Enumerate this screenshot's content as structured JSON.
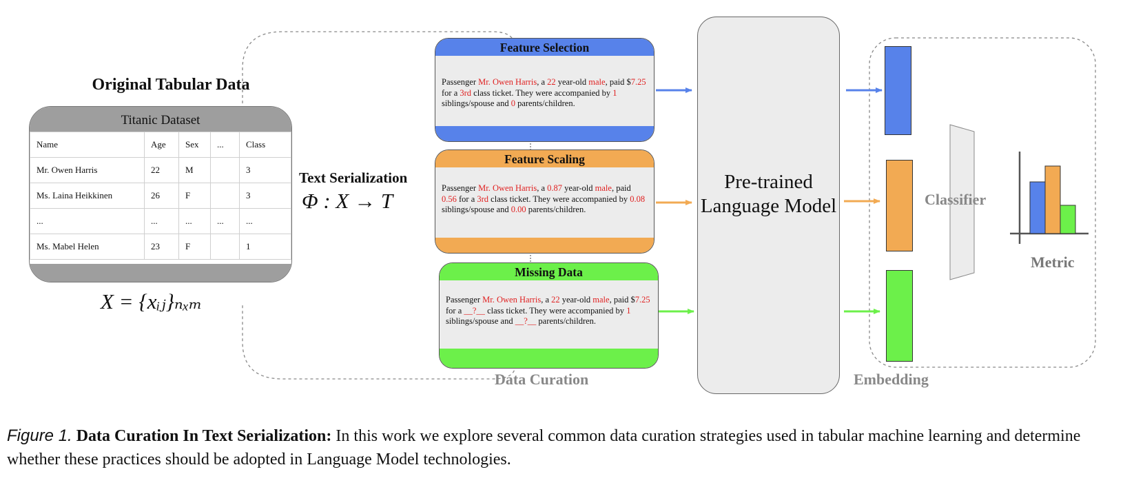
{
  "tabular": {
    "title": "Original Tabular Data",
    "table_caption": "Titanic Dataset",
    "header": [
      "Name",
      "Age",
      "Sex",
      "...",
      "Class"
    ],
    "rows": [
      [
        "Mr. Owen Harris",
        "22",
        "M",
        "",
        "3"
      ],
      [
        "Ms. Laina Heikkinen",
        "26",
        "F",
        "",
        "3"
      ],
      [
        "...",
        "...",
        "...",
        "...",
        "..."
      ],
      [
        "Ms. Mabel Helen",
        "23",
        "F",
        "",
        "1"
      ]
    ],
    "formula": "X = {xᵢⱼ}ₙₓₘ"
  },
  "serialization": {
    "label": "Text Serialization",
    "formula": "Φ : X → T"
  },
  "cards": {
    "selection": {
      "title": "Feature Selection",
      "t1": "Passenger ",
      "r1": "Mr. Owen Harris",
      "t2": ", a ",
      "r2": "22",
      "t3": " year-old ",
      "r3": "male",
      "t4": ", paid $",
      "r4": "7.25",
      "t5": " for a ",
      "r5": "3rd",
      "t6": " class ticket. They were accompanied by ",
      "r6": "1",
      "t7": " siblings/spouse and ",
      "r7": "0",
      "t8": " parents/children."
    },
    "scaling": {
      "title": "Feature Scaling",
      "t1": "Passenger ",
      "r1": "Mr. Owen Harris",
      "t2": ", a ",
      "r2": "0.87",
      "t3": " year-old ",
      "r3": "male",
      "t4": ", paid ",
      "r4": "0.56",
      "t5": " for a ",
      "r5": "3rd",
      "t6": " class ticket. They were accompanied by ",
      "r6": "0.08",
      "t7": " siblings/spouse and ",
      "r7": "0.00",
      "t8": " parents/children."
    },
    "missing": {
      "title": "Missing Data",
      "t1": "Passenger ",
      "r1": "Mr. Owen Harris",
      "t2": ", a ",
      "r2": "22",
      "t3": " year-old ",
      "r3": "male",
      "t4": ", paid $",
      "r4": "7.25",
      "t5": " for a ",
      "r5": "__?__",
      "t6": " class ticket. They were accompanied by ",
      "r6": "1",
      "t7": " siblings/spouse and ",
      "r7": "__?__",
      "t8": " parents/children."
    }
  },
  "labels": {
    "data_curation": "Data Curation",
    "model": "Pre-trained Language Model",
    "embedding": "Embedding",
    "classifier": "Classifier",
    "metric": "Metric"
  },
  "colors": {
    "blue": "#5782ea",
    "orange": "#f2aa53",
    "green": "#6cf04a",
    "highlight_red": "#e02020",
    "panel_gray": "#ececec"
  },
  "caption": {
    "figure": "Figure 1.",
    "title": "Data Curation In Text Serialization:",
    "text": " In this work we explore several common data curation strategies used in tabular machine learning and determine whether these practices should be adopted in Language Model technologies."
  }
}
